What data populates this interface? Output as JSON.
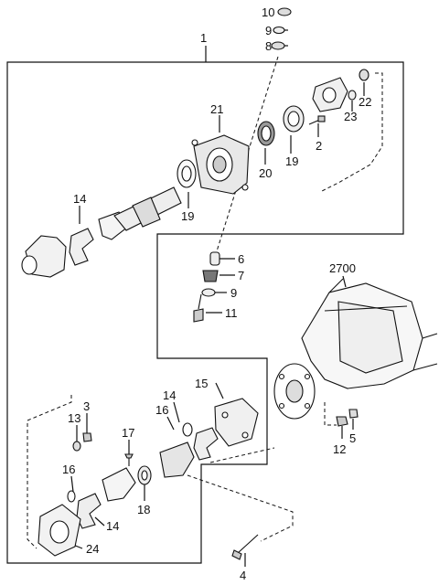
{
  "labels": {
    "l10": "10",
    "l9a": "9",
    "l8": "8",
    "l1": "1",
    "l22": "22",
    "l23": "23",
    "l21": "21",
    "l2a": "2",
    "l20": "20",
    "l19a": "19",
    "l14a": "14",
    "l19b": "19",
    "l6": "6",
    "l7": "7",
    "l9b": "9",
    "l11": "11",
    "l2700": "2700",
    "l15": "15",
    "l3": "3",
    "l13": "13",
    "l14b": "14",
    "l16a": "16",
    "l17": "17",
    "l16b": "16",
    "l18": "18",
    "l14c": "14",
    "l24": "24",
    "l12": "12",
    "l5": "5",
    "l4": "4"
  }
}
